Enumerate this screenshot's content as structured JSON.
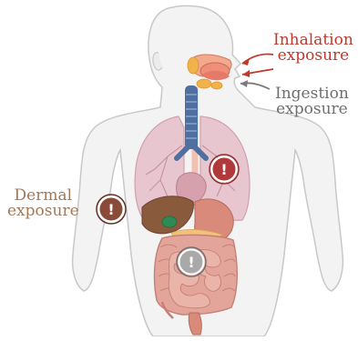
{
  "labels": {
    "inhalation": {
      "line1": "Inhalation",
      "line2": "exposure"
    },
    "ingestion": {
      "line1": "Ingestion",
      "line2": "exposure"
    },
    "dermal": {
      "line1": "Dermal",
      "line2": "exposure"
    }
  },
  "markers": {
    "lung": {
      "symbol": "!"
    },
    "dermal": {
      "symbol": "!"
    },
    "gut": {
      "symbol": "!"
    }
  },
  "colors": {
    "inhalation": "#c0392b",
    "ingestion": "#6f6f6f",
    "dermal": "#a0785a",
    "body_fill": "#f3f3f3",
    "body_outline": "#c8c8c8",
    "lung_fill": "#e8c6cf",
    "trachea": "#4f6fa0",
    "liver": "#8a5a3c",
    "stomach": "#d98a7a",
    "intestine": "#e3a49a",
    "mouth": "#f4a98c",
    "salivary": "#f2b24a"
  }
}
